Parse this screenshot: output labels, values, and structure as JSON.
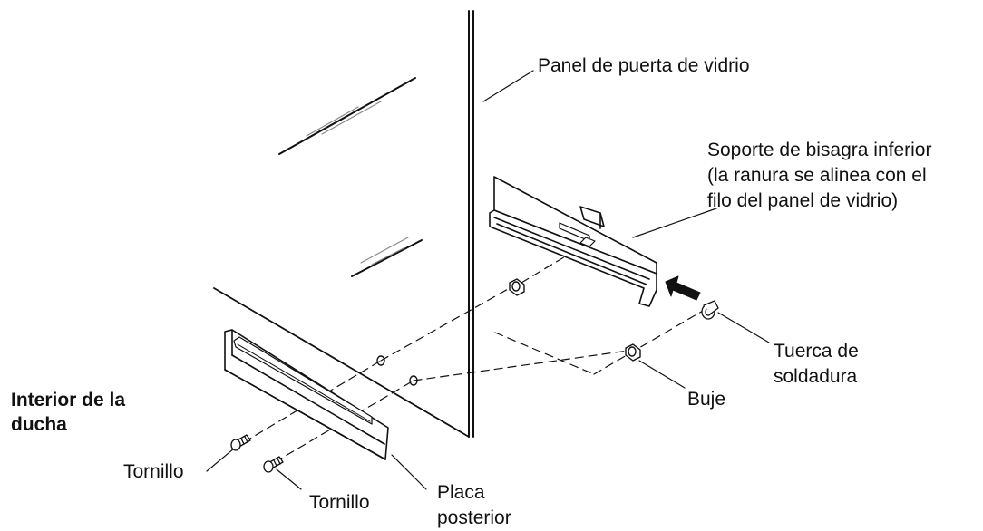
{
  "labels": {
    "glass_panel": "Panel de puerta de vidrio",
    "bracket_line1": "Soporte de bisagra inferior",
    "bracket_line2": "(la ranura se alinea con el",
    "bracket_line3": "filo del panel de vidrio)",
    "nut_line1": "Tuerca de",
    "nut_line2": "soldadura",
    "bushing": "Buje",
    "interior_line1": "Interior de la",
    "interior_line2": "ducha",
    "screw_1": "Tornillo",
    "screw_2": "Tornillo",
    "plate_line1": "Placa",
    "plate_line2": "posterior"
  },
  "colors": {
    "stroke": "#111111",
    "background": "#ffffff"
  }
}
